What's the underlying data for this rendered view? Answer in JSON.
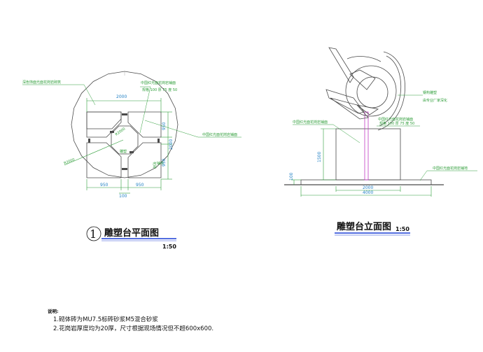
{
  "plan": {
    "title": "雕塑台平面图",
    "number": "1",
    "scale": "1:50",
    "leader_left": "深色饰面光面花岗岩砌筑",
    "leader_top": "中国红光面花岗岩铺面",
    "leader_top2": "规格 100 厚 75 度 50",
    "leader_right": "中国红光面花岗岩铺面",
    "leader_right2": "花砖",
    "center_label": "雕塑",
    "radius_label": "R2000",
    "dim_top": "2000",
    "dim_bottom_left": "950",
    "dim_bottom_right": "950",
    "dim_bottom_gap": "100",
    "dim_right_top": "950",
    "dim_right_bottom": "950",
    "dim_right_total": "2000",
    "inner_label": "花砖",
    "inner_label2": "铺地"
  },
  "elevation": {
    "title": "雕塑台立面图",
    "scale": "1:50",
    "leader_left": "中国红光面花岗岩铺面",
    "leader_mid": "中国红光面花岗岩铺面",
    "leader_mid2": "规格 100 厚 75 度 50",
    "leader_right_top": "钢构雕塑",
    "leader_right_top2": "由专业厂家深化",
    "leader_right_bottom": "中国红光面花岗岩铺地",
    "dim_height": "1500",
    "dim_base": "100",
    "dim_width_inner": "2000",
    "dim_width_outer": "4000"
  },
  "notes": {
    "heading": "说明:",
    "line1": "1.砌体砖为MU7.5标砖砂浆M5混合砂浆",
    "line2": "2.花岗岩厚度均为20厚，尺寸根据现场情况但不超600x600."
  },
  "colors": {
    "line": "#4a4a4a",
    "dim": "#1f7fc4",
    "leader": "#2f9e3a",
    "accent": "#1a3fd6",
    "magenta": "#c23ac4",
    "ground": "#2aa3c9"
  }
}
